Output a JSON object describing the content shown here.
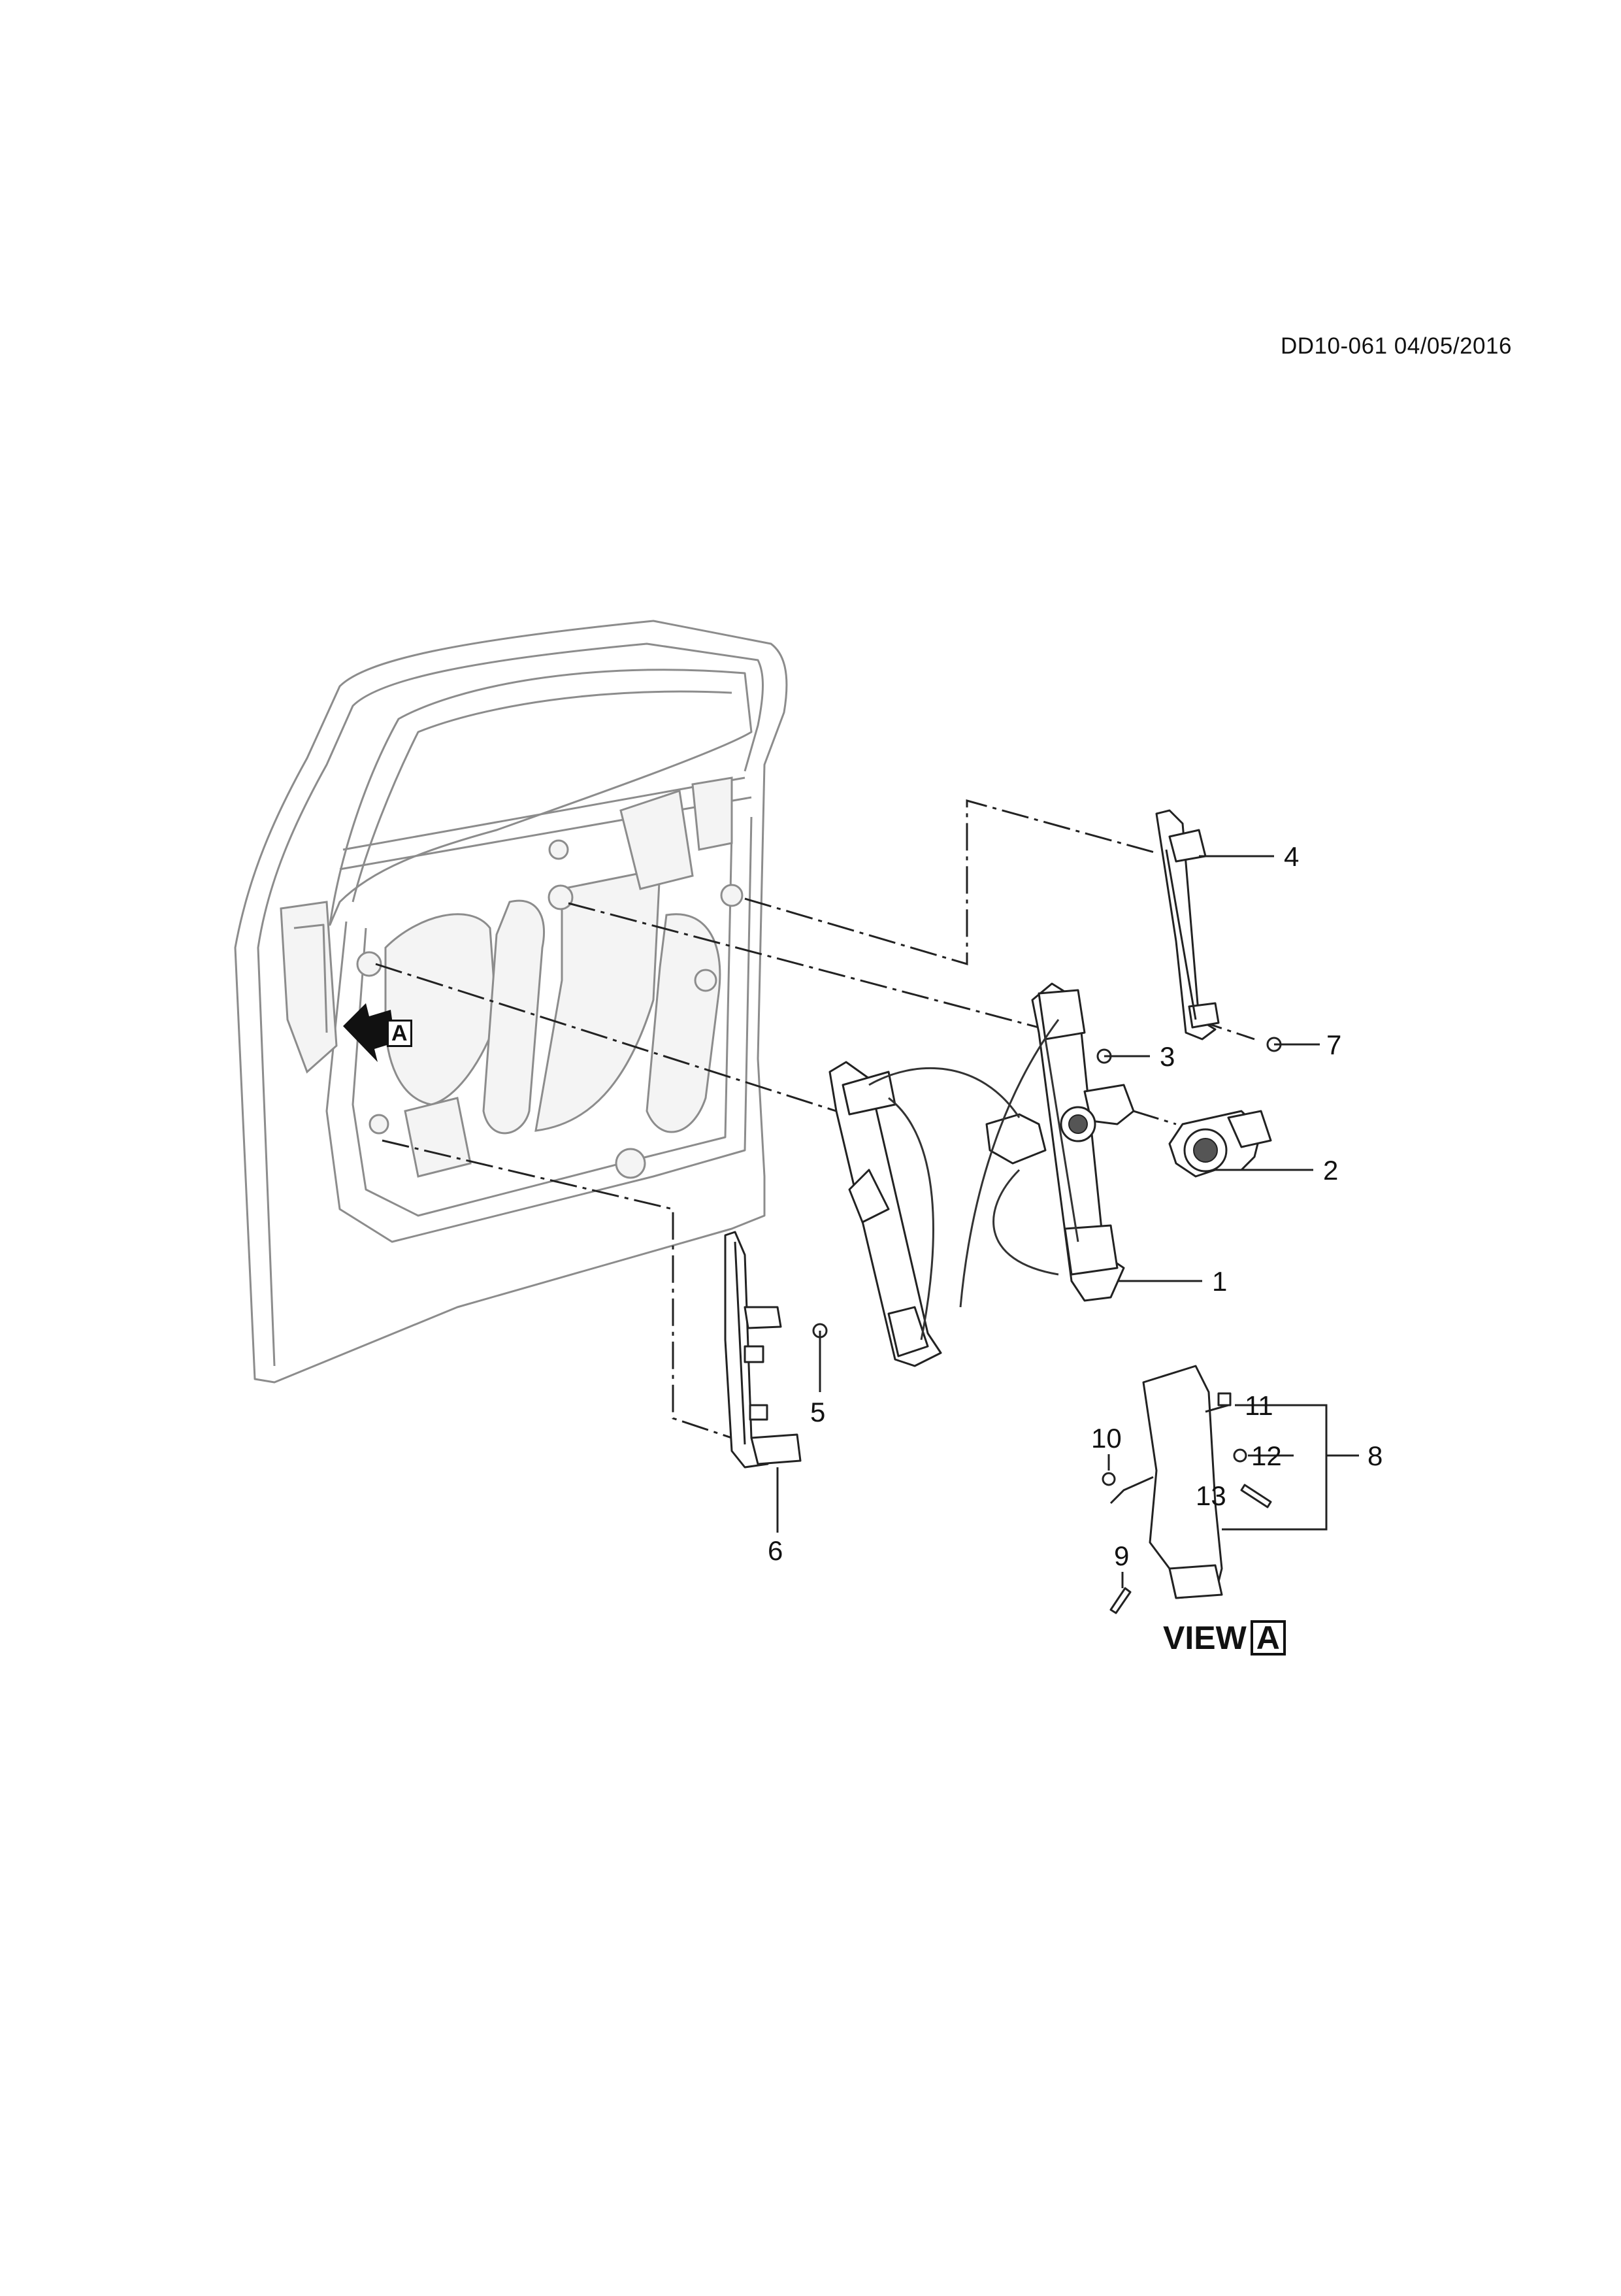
{
  "document": {
    "id_date": "DD10-061 04/05/2016"
  },
  "view_marker": {
    "letter": "A"
  },
  "view": {
    "word": "VIEW",
    "letter": "A"
  },
  "callouts": [
    {
      "number": "1"
    },
    {
      "number": "2"
    },
    {
      "number": "3"
    },
    {
      "number": "4"
    },
    {
      "number": "5"
    },
    {
      "number": "6"
    },
    {
      "number": "7"
    },
    {
      "number": "8"
    },
    {
      "number": "9"
    },
    {
      "number": "10"
    },
    {
      "number": "11"
    },
    {
      "number": "12"
    },
    {
      "number": "13"
    }
  ]
}
